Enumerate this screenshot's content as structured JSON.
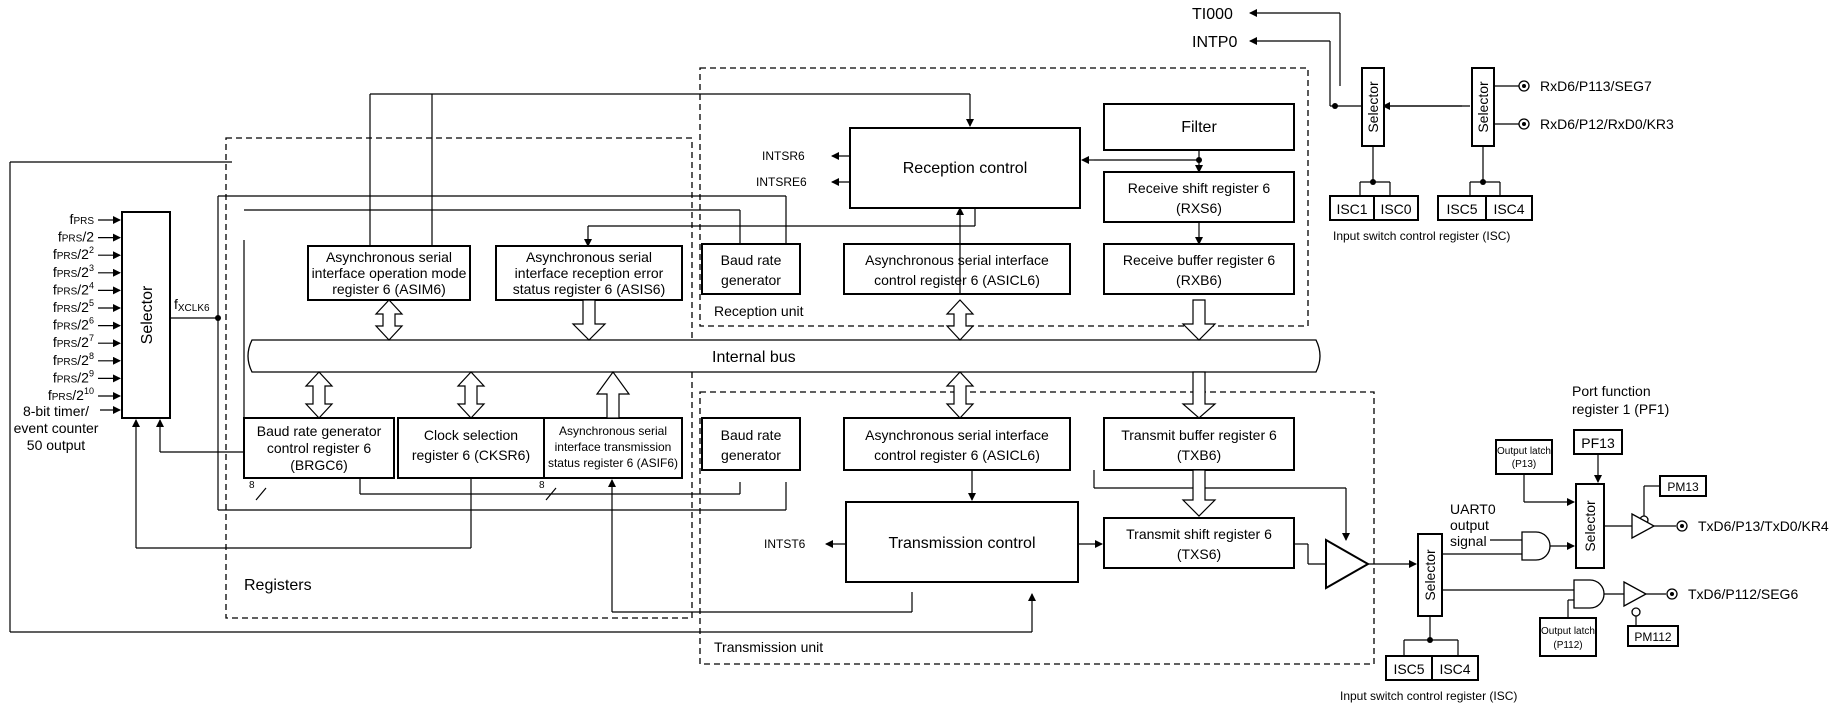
{
  "signals_top": {
    "ti000": "TI000",
    "intp0": "INTP0"
  },
  "pins": {
    "rxd6_p113": "RxD6/P113/SEG7",
    "rxd6_p12": "RxD6/P12/RxD0/KR3",
    "txd6_p13": "TxD6/P13/TxD0/KR4",
    "txd6_p112": "TxD6/P112/SEG6"
  },
  "selectors": {
    "label": "Selector"
  },
  "isc": {
    "isc1": "ISC1",
    "isc0": "ISC0",
    "isc5": "ISC5",
    "isc4": "ISC4",
    "caption": "Input switch control register (ISC)"
  },
  "reception": {
    "filter": "Filter",
    "control": "Reception control",
    "rxs6_l1": "Receive shift register 6",
    "rxs6_l2": "(RXS6)",
    "rxb6_l1": "Receive buffer register 6",
    "rxb6_l2": "(RXB6)",
    "baud_l1": "Baud rate",
    "baud_l2": "generator",
    "asicl6_l1": "Asynchronous serial interface",
    "asicl6_l2": "control register 6 (ASICL6)",
    "unit": "Reception unit",
    "intsr6": "INTSR6",
    "intsre6": "INTSRE6"
  },
  "registers": {
    "asim6_l1": "Asynchronous serial",
    "asim6_l2": "interface operation mode",
    "asim6_l3": "register 6 (ASIM6)",
    "asis6_l1": "Asynchronous serial",
    "asis6_l2": "interface reception error",
    "asis6_l3": "status register 6 (ASIS6)",
    "brgc6_l1": "Baud rate generator",
    "brgc6_l2": "control register 6",
    "brgc6_l3": "(BRGC6)",
    "cksr6_l1": "Clock selection",
    "cksr6_l2": "register 6 (CKSR6)",
    "asif6_l1": "Asynchronous serial",
    "asif6_l2": "interface transmission",
    "asif6_l3": "status register 6 (ASIF6)",
    "caption": "Registers",
    "bits_a": "8",
    "bits_b": "8"
  },
  "bus": {
    "label": "Internal bus"
  },
  "clock_inputs": {
    "items": [
      {
        "main": "fPRS",
        "sup": ""
      },
      {
        "main": "fPRS/2",
        "sup": ""
      },
      {
        "main": "fPRS/2",
        "sup": "2"
      },
      {
        "main": "fPRS/2",
        "sup": "3"
      },
      {
        "main": "fPRS/2",
        "sup": "4"
      },
      {
        "main": "fPRS/2",
        "sup": "5"
      },
      {
        "main": "fPRS/2",
        "sup": "6"
      },
      {
        "main": "fPRS/2",
        "sup": "7"
      },
      {
        "main": "fPRS/2",
        "sup": "8"
      },
      {
        "main": "fPRS/2",
        "sup": "9"
      },
      {
        "main": "fPRS/2",
        "sup": "10"
      }
    ],
    "timer_l1": "8-bit timer/",
    "timer_l2": "event counter",
    "timer_l3": "50 output",
    "fxclk6": "fXCLK6"
  },
  "transmission": {
    "baud_l1": "Baud rate",
    "baud_l2": "generator",
    "asicl6_l1": "Asynchronous serial interface",
    "asicl6_l2": "control register 6 (ASICL6)",
    "txb6_l1": "Transmit buffer register 6",
    "txb6_l2": "(TXB6)",
    "control": "Transmission control",
    "txs6_l1": "Transmit shift register 6",
    "txs6_l2": "(TXS6)",
    "intst6": "INTST6",
    "unit": "Transmission unit"
  },
  "port": {
    "pf1_l1": "Port function",
    "pf1_l2": "register 1 (PF1)",
    "pf13": "PF13",
    "p13_l1": "Output latch",
    "p13_l2": "(P13)",
    "pm13": "PM13",
    "uart0_l1": "UART0",
    "uart0_l2": "output",
    "uart0_l3": "signal",
    "p112_l1": "Output latch",
    "p112_l2": "(P112)",
    "pm112": "PM112"
  }
}
